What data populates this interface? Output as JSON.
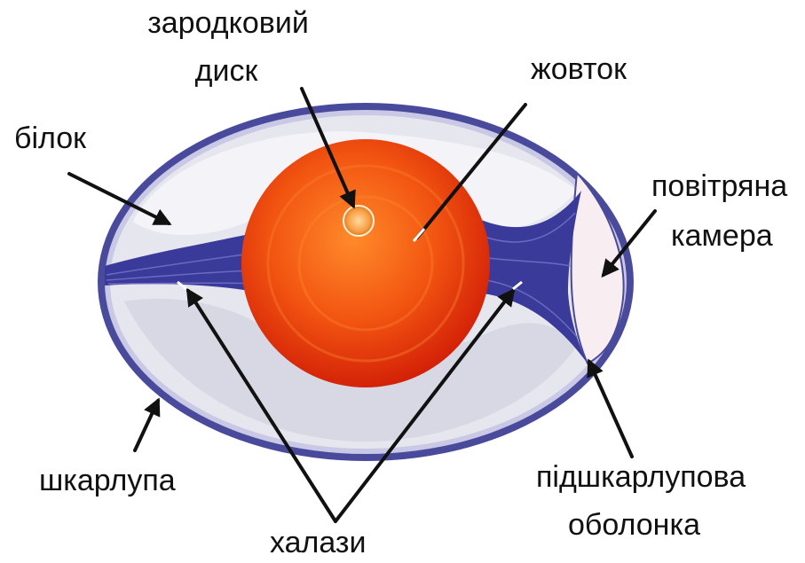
{
  "labels": {
    "embryonic_disc_line1": "зародковий",
    "embryonic_disc_line2": "диск",
    "yolk": "жовток",
    "albumen": "білок",
    "air_cell_line1": "повітряна",
    "air_cell_line2": "камера",
    "shell": "шкарлупа",
    "shell_membrane_line1": "підшкарлупова",
    "shell_membrane_line2": "оболонка",
    "chalazae": "халази"
  },
  "colors": {
    "shell": "#4a4a9c",
    "shell_membrane": "#c9c9e6",
    "albumen": "#e8e8ee",
    "chalazae": "#3a3a9a",
    "yolk_center": "#ff7a1f",
    "yolk_edge": "#d9260a",
    "air_cell": "#f8eef2",
    "arrow": "#111111"
  },
  "icons": [
    "egg-diagram"
  ]
}
